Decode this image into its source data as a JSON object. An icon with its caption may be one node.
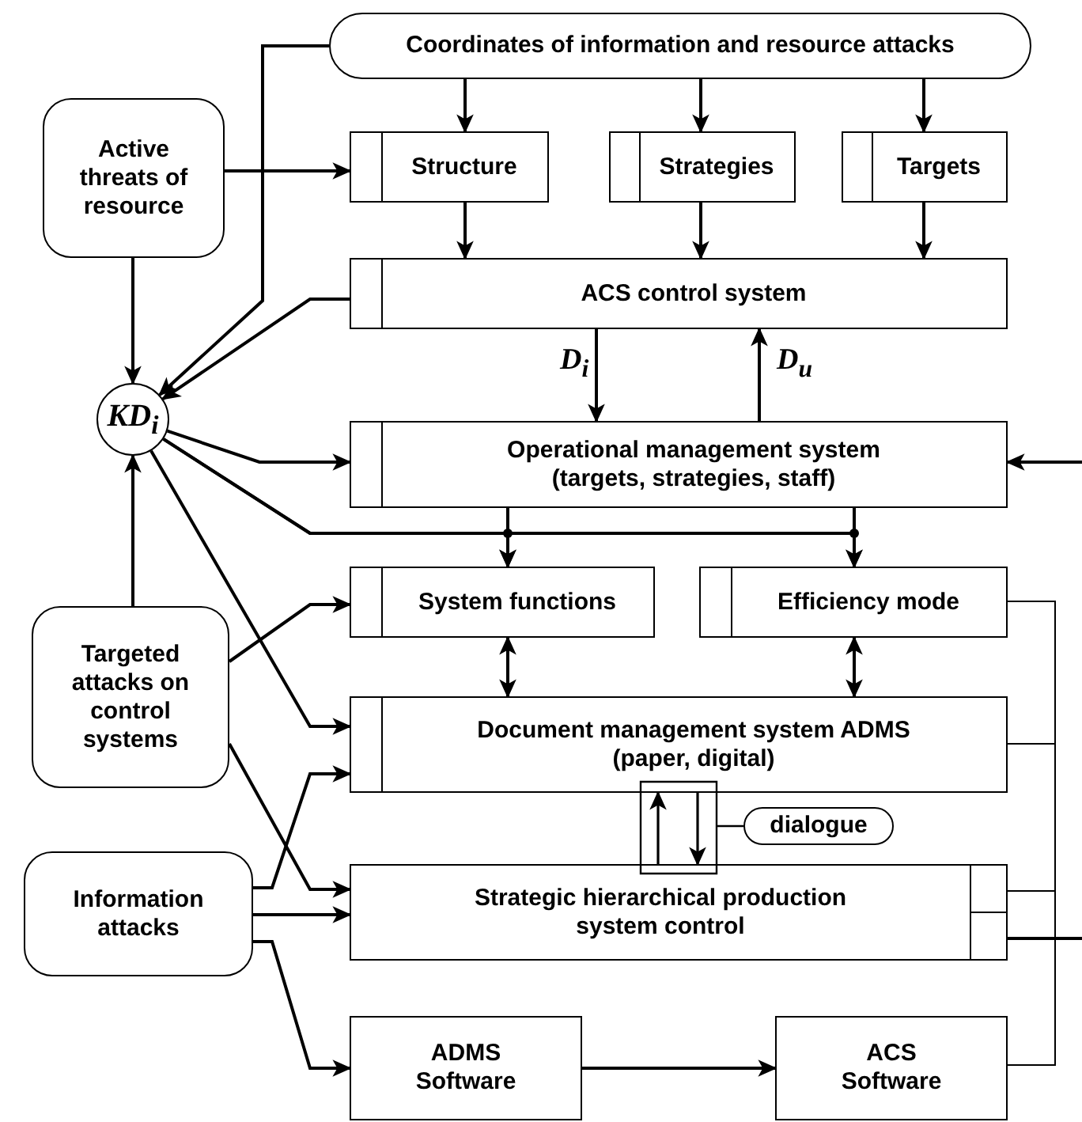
{
  "diagram": {
    "nodes": [
      {
        "text": [
          "Coordinates of information and resource attacks"
        ]
      },
      {
        "text": [
          "Active threats of resource"
        ]
      },
      {
        "text": [
          "Structure"
        ]
      },
      {
        "text": [
          "Strategies"
        ]
      },
      {
        "text": [
          "Targets"
        ]
      },
      {
        "text": [
          "ACS control system"
        ]
      },
      {
        "text": [
          "KD$_{i}$"
        ]
      },
      {
        "text": [
          "Operational management system (targets, strategies, staff)"
        ]
      },
      {
        "text": [
          "System functions"
        ]
      },
      {
        "text": [
          "Efficiency mode"
        ]
      },
      {
        "text": [
          "Targeted attacks on control systems"
        ]
      },
      {
        "text": [
          "Document management system ADMS (paper, digital)"
        ]
      },
      {
        "text": [
          "dialogue"
        ]
      },
      {
        "text": [
          "Information attacks"
        ]
      },
      {
        "text": [
          "Strategic hierarchical production system control"
        ]
      },
      {
        "text": [
          "ADMS Software"
        ]
      },
      {
        "text": [
          "ACS Software"
        ]
      }
    ],
    "edges": [
      {
        "from": 0,
        "to": 2,
        "arrow": "to"
      },
      {
        "from": 0,
        "to": 3,
        "arrow": "to"
      },
      {
        "from": 0,
        "to": 4,
        "arrow": "to"
      },
      {
        "from": 0,
        "to": 6,
        "arrow": "to"
      },
      {
        "from": 1,
        "to": 2,
        "arrow": "to"
      },
      {
        "from": 1,
        "to": 6,
        "arrow": "to"
      },
      {
        "from": 2,
        "to": 5,
        "arrow": "to"
      },
      {
        "from": 3,
        "to": 5,
        "arrow": "to"
      },
      {
        "from": 4,
        "to": 5,
        "arrow": "to"
      },
      {
        "from": 5,
        "to": 6,
        "arrow": "to"
      },
      {
        "from": 5,
        "to": 7,
        "arrow": "to",
        "label": "D$_{i}$"
      },
      {
        "from": 7,
        "to": 5,
        "arrow": "to",
        "label": "D$_{u}$"
      },
      {
        "from": 6,
        "to": 7,
        "arrow": "to"
      },
      {
        "from": 6,
        "to": 8,
        "arrow": "to"
      },
      {
        "from": 6,
        "to": 9,
        "arrow": "to"
      },
      {
        "from": 7,
        "to": 8,
        "arrow": "to"
      },
      {
        "from": 7,
        "to": 9,
        "arrow": "to"
      },
      {
        "from": null,
        "to": 7,
        "arrow": "to"
      },
      {
        "from": 8,
        "to": 11,
        "arrow": "both"
      },
      {
        "from": 9,
        "to": 11,
        "arrow": "both"
      },
      {
        "from": 10,
        "to": 6,
        "arrow": "to"
      },
      {
        "from": 6,
        "to": 11,
        "arrow": "to"
      },
      {
        "from": 10,
        "to": 8,
        "arrow": "to"
      },
      {
        "from": 10,
        "to": 14,
        "arrow": "to"
      },
      {
        "from": 13,
        "to": 11,
        "arrow": "to"
      },
      {
        "from": 13,
        "to": 14,
        "arrow": "to"
      },
      {
        "from": 13,
        "to": 15,
        "arrow": "to"
      },
      {
        "from": 15,
        "to": 16,
        "arrow": "to"
      },
      {
        "from": 14,
        "to": 11,
        "arrow": "to"
      },
      {
        "from": 11,
        "to": 14,
        "arrow": "to"
      },
      {
        "from": 12,
        "to": null,
        "arrow": "none"
      },
      {
        "from": 9,
        "to": 14,
        "arrow": "none"
      },
      {
        "from": 11,
        "to": 14,
        "arrow": "none"
      },
      {
        "from": 16,
        "to": 14,
        "arrow": "none"
      },
      {
        "from": 14,
        "to": null,
        "arrow": "none"
      }
    ]
  }
}
